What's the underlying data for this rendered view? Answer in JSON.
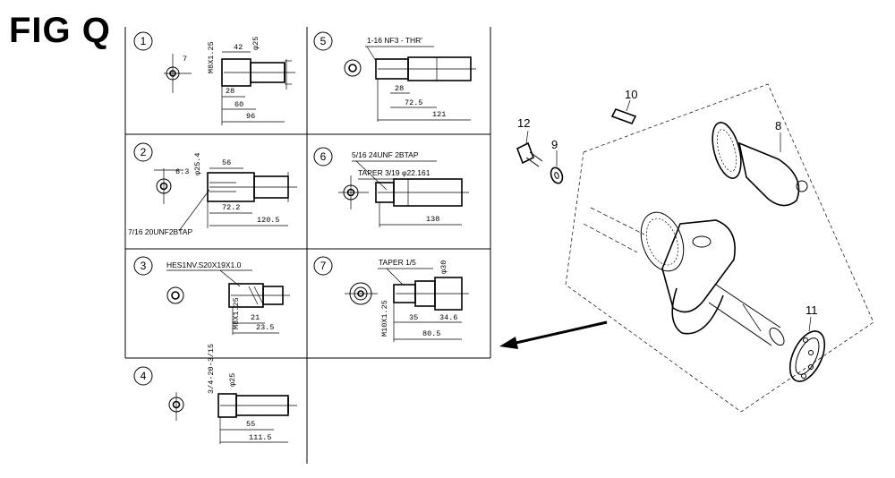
{
  "title": "FIG Q",
  "panels": [
    {
      "num": "1",
      "dims": [
        "7",
        "42",
        "M8X1.25",
        "φ25",
        "28",
        "60",
        "96"
      ]
    },
    {
      "num": "2",
      "dims": [
        "6.3",
        "φ25.4",
        "56",
        "72.2",
        "120.5"
      ],
      "note": "7/16 20UNF2BTAP"
    },
    {
      "num": "3",
      "dims": [
        "21",
        "23.5",
        "M8X1.25"
      ],
      "note": "HES1NV.S20X19X1.0"
    },
    {
      "num": "4",
      "dims": [
        "φ25",
        "55",
        "111.5",
        "3/4-20-3/15"
      ]
    },
    {
      "num": "5",
      "dims": [
        "28",
        "72.5",
        "121"
      ],
      "note": "1-16 NF3 - THR'"
    },
    {
      "num": "6",
      "dims": [
        "138"
      ],
      "note1": "5/16 24UNF 2BTAP",
      "note2": "TAPER 3/19 φ22.161"
    },
    {
      "num": "7",
      "dims": [
        "φ30",
        "35",
        "34.6",
        "80.5",
        "M10X1.25"
      ],
      "note": "TAPER 1/5"
    }
  ],
  "parts": [
    {
      "num": "8",
      "label": "8"
    },
    {
      "num": "9",
      "label": "9"
    },
    {
      "num": "10",
      "label": "10"
    },
    {
      "num": "11",
      "label": "11"
    },
    {
      "num": "12",
      "label": "12"
    }
  ]
}
